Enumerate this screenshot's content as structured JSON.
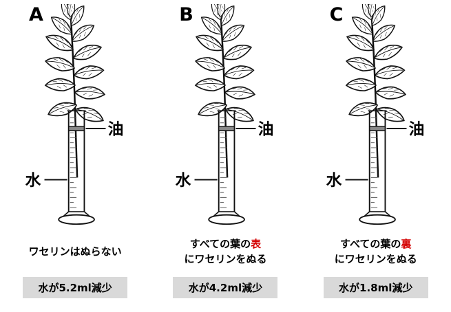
{
  "labels": {
    "oil": "油",
    "water": "水"
  },
  "colors": {
    "highlight_red": "#d40000",
    "result_bg": "#d9d9d9",
    "ink": "#111111"
  },
  "columns": [
    {
      "letter": "A",
      "desc": {
        "pre": "ワセリンはぬらない",
        "red": "",
        "line2": ""
      },
      "result": "水が5.2ml減少"
    },
    {
      "letter": "B",
      "desc": {
        "pre": "すべての葉の",
        "red": "表",
        "line2": "にワセリンをぬる"
      },
      "result": "水が4.2ml減少"
    },
    {
      "letter": "C",
      "desc": {
        "pre": "すべての葉の",
        "red": "裏",
        "line2": "にワセリンをぬる"
      },
      "result": "水が1.8ml減少"
    }
  ]
}
